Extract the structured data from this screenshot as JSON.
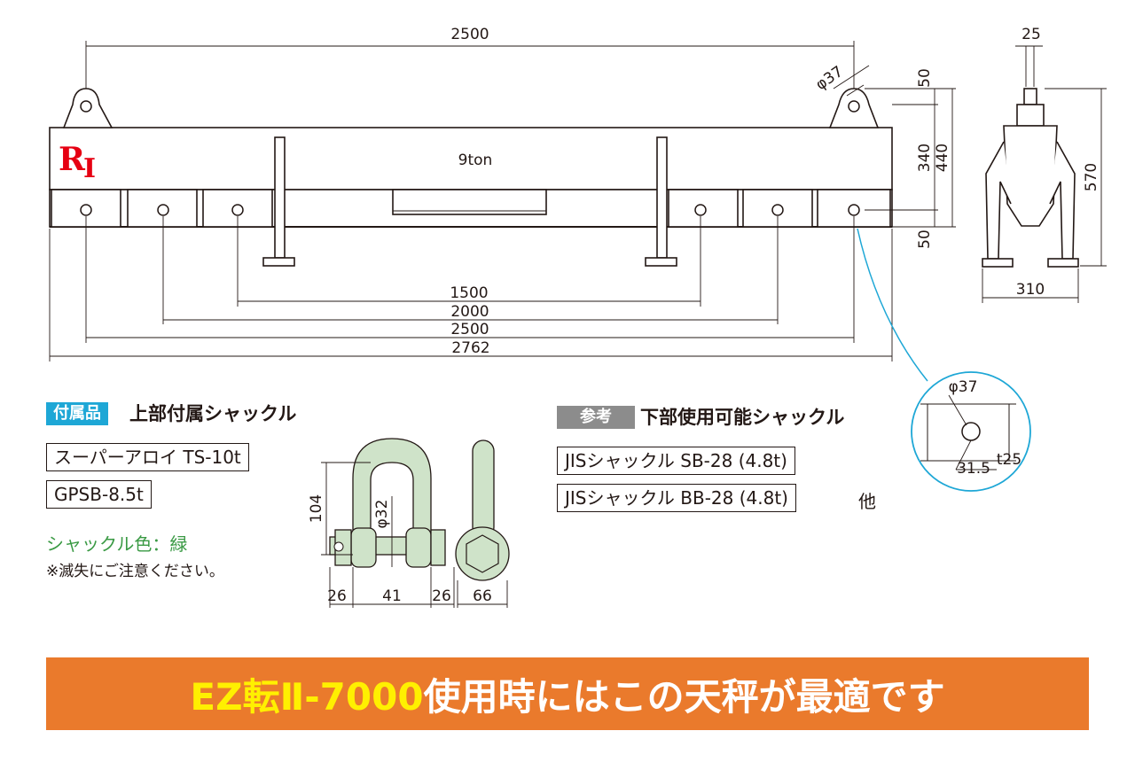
{
  "drawing": {
    "dims": {
      "top_span": "2500",
      "eye_dia": "φ37",
      "top_offset": "50",
      "mid_height": "340",
      "total_height": "440",
      "bottom_offset": "50",
      "side_thick": "25",
      "side_height": "570",
      "side_width": "310",
      "span_1500": "1500",
      "span_2000": "2000",
      "span_2500": "2500",
      "span_2762": "2762"
    },
    "capacity": "9ton",
    "logo": {
      "r": "R",
      "i": "I"
    },
    "detail": {
      "hole_dia": "φ37",
      "edge": "31.5",
      "thickness": "t25"
    },
    "shackle_dims": {
      "height": "104",
      "pin_dia": "φ32",
      "left": "26",
      "inner": "41",
      "right": "26",
      "side": "66"
    }
  },
  "accessory": {
    "tag": "付属品",
    "title": "上部付属シャックル",
    "items": [
      "スーパーアロイ TS-10t",
      "GPSB-8.5t"
    ],
    "color_note": "シャックル色：緑",
    "caution": "※滅失にご注意ください。"
  },
  "reference": {
    "tag": "参考",
    "title": "下部使用可能シャックル",
    "items": [
      "JISシャックル SB-28 (4.8t)",
      "JISシャックル BB-28 (4.8t)"
    ],
    "other": "他"
  },
  "banner": {
    "highlight": "EZ転Ⅱ-7000",
    "text": "使用時にはこの天秤が最適です"
  },
  "colors": {
    "accent_blue": "#1ea7d6",
    "tag_gray": "#8c8c8c",
    "banner_orange": "#ea7a2c",
    "banner_yellow": "#fff000",
    "shackle_green": "#cfe3c9",
    "logo_red": "#e60012"
  }
}
